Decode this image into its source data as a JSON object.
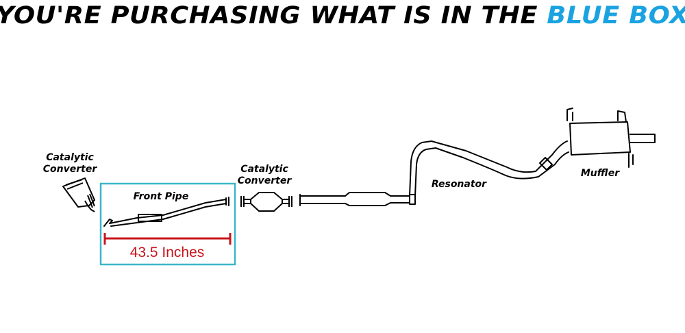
{
  "headline": {
    "prefix": "YOU'RE PURCHASING WHAT IS IN THE ",
    "highlight": "BLUE BOX"
  },
  "labels": {
    "cat_converter_1_line1": "Catalytic",
    "cat_converter_1_line2": "Converter",
    "front_pipe": "Front Pipe",
    "cat_converter_2_line1": "Catalytic",
    "cat_converter_2_line2": "Converter",
    "resonator": "Resonator",
    "muffler": "Muffler"
  },
  "measurement": {
    "value": "43.5 Inches"
  },
  "colors": {
    "highlight_blue": "#1aa3e0",
    "box_border": "#3ab7c8",
    "measure_red": "#c8141b",
    "line": "#000000"
  }
}
